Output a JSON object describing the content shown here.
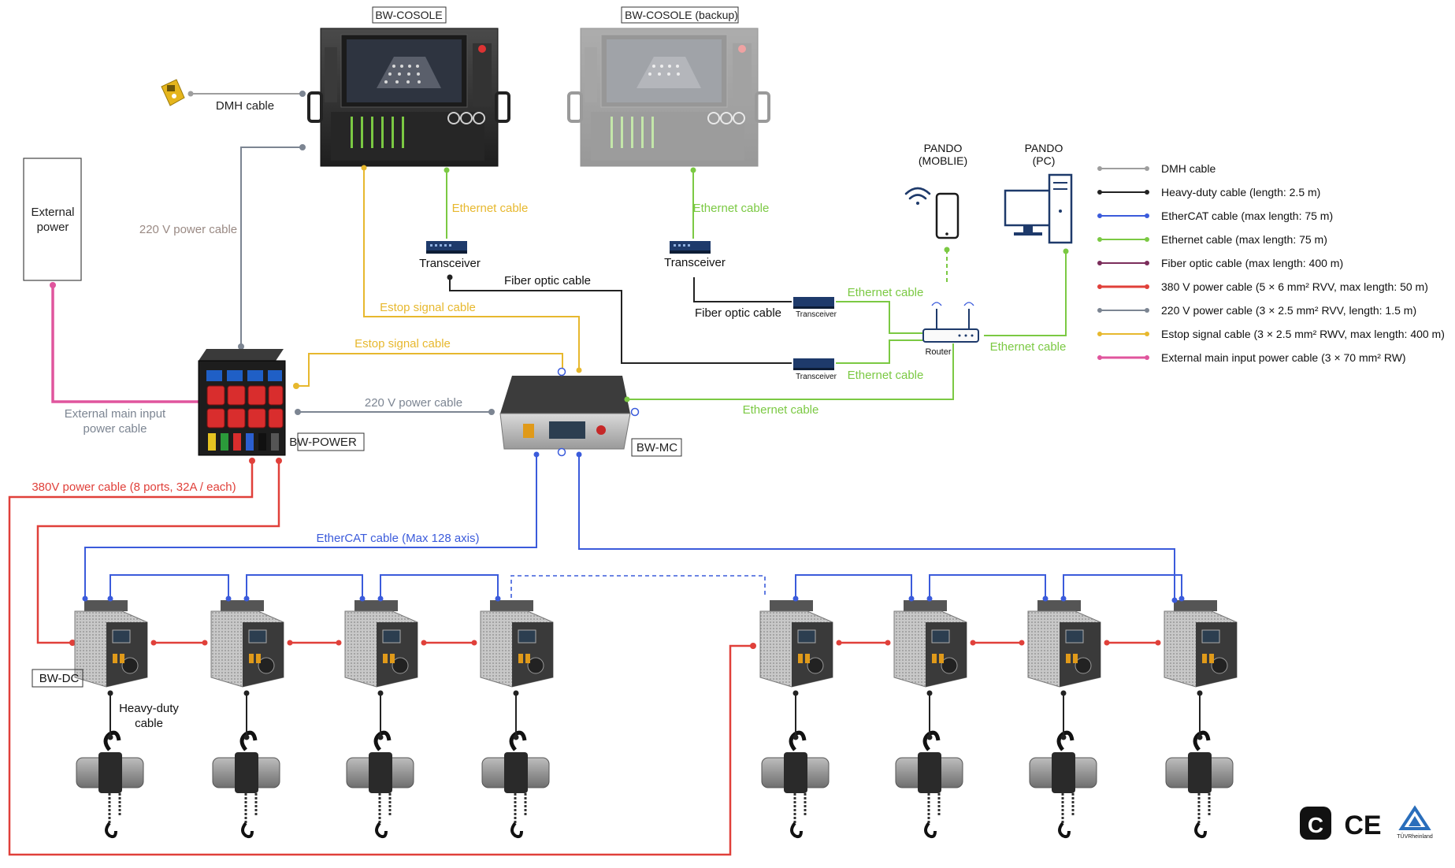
{
  "colors": {
    "dmh": "#9e9e9e",
    "heavy": "#222222",
    "ethercat": "#3b5bdb",
    "ethernet": "#7bc943",
    "fiber": "#7b2d5b",
    "p380": "#e0403a",
    "p220": "#7c8592",
    "estop": "#e7b82e",
    "mainpower": "#e0559d"
  },
  "devices": {
    "console_main": "BW-COSOLE",
    "console_backup": "BW-COSOLE (backup)",
    "power": "BW-POWER",
    "mc": "BW-MC",
    "dc": "BW-DC",
    "external_power": [
      "External",
      "power"
    ],
    "pando_mobile": [
      "PANDO",
      "(MOBLIE)"
    ],
    "pando_pc": [
      "PANDO",
      "(PC)"
    ],
    "router": "Router",
    "transceiver": "Transceiver",
    "transceiver_small": "Transceiver"
  },
  "labels": {
    "dmh_cable": "DMH cable",
    "power_220_top": "220 V power cable",
    "ethernet_left": "Ethernet cable",
    "ethernet_right": "Ethernet cable",
    "ethernet_router_top": "Ethernet cable",
    "ethernet_router_bottom": "Ethernet cable",
    "ethernet_pc": "Ethernet cable",
    "ethernet_mc": "Ethernet cable",
    "fiber_left": "Fiber optic cable",
    "fiber_right": "Fiber optic cable",
    "estop_top": "Estop signal cable",
    "estop_mid": "Estop signal cable",
    "main_input": [
      "External main input",
      "power cable"
    ],
    "power_220_mid": "220 V power cable",
    "power_380": "380V power cable  (8 ports, 32A / each)",
    "ethercat": "EtherCAT cable (Max 128 axis)",
    "heavy_duty": [
      "Heavy-duty",
      "cable"
    ]
  },
  "legend": [
    {
      "label": "DMH cable",
      "color_key": "dmh"
    },
    {
      "label": "Heavy-duty cable (length: 2.5 m)",
      "color_key": "heavy"
    },
    {
      "label": "EtherCAT cable (max length: 75 m)",
      "color_key": "ethercat"
    },
    {
      "label": "Ethernet cable (max length: 75 m)",
      "color_key": "ethernet"
    },
    {
      "label": "Fiber optic cable (max length: 400 m)",
      "color_key": "fiber"
    },
    {
      "label": "380 V power cable (5 × 6 mm² RVV, max length: 50 m)",
      "color_key": "p380"
    },
    {
      "label": "220 V power cable (3 × 2.5 mm² RVV, length: 1.5 m)",
      "color_key": "p220"
    },
    {
      "label": "Estop signal cable (3 × 2.5 mm² RWV, max length: 400 m)",
      "color_key": "estop"
    },
    {
      "label": "External main input power cable (3 × 70 mm² RW)",
      "color_key": "mainpower"
    }
  ],
  "certifications": {
    "c1": "C",
    "ce": "CE",
    "tuv": "TÜVRheinland"
  },
  "icons": [
    "wifi-icon",
    "smartphone-icon",
    "desktop-pc-icon",
    "dmh-pendant-icon",
    "hoist-icon",
    "driver-cabinet-icon"
  ]
}
